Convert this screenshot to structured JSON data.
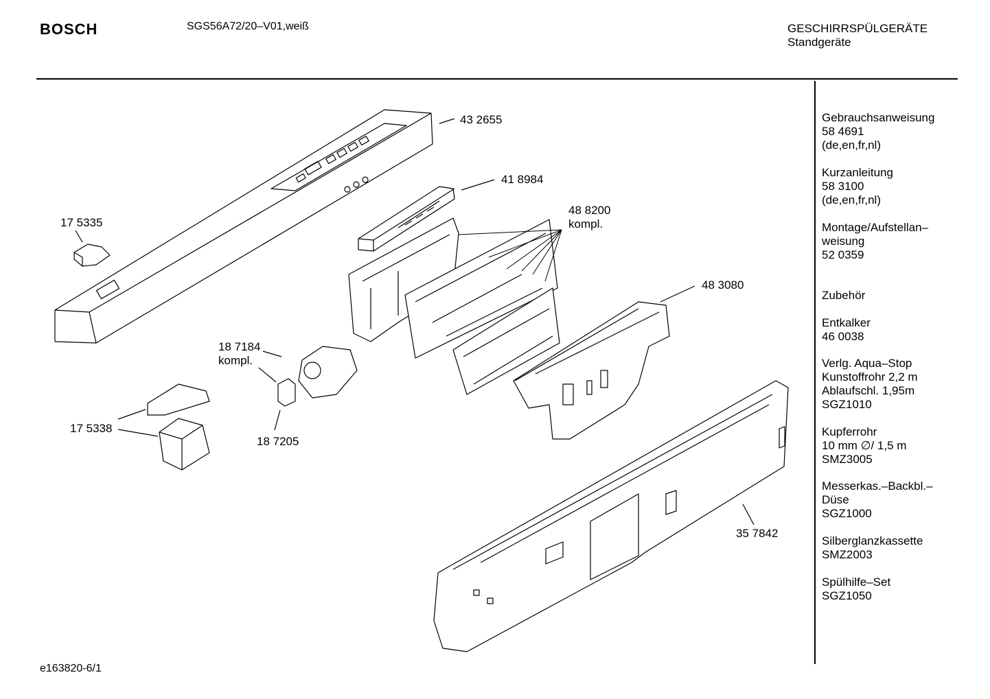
{
  "header": {
    "brand": "BOSCH",
    "model": "SGS56A72/20–V01,weiß",
    "category": "GESCHIRRSPÜLGERÄTE",
    "subcategory": "Standgeräte"
  },
  "footer": {
    "doc_number": "e163820-6/1"
  },
  "parts": {
    "p432655": "43 2655",
    "p418984": "41 8984",
    "p488200": "48 8200",
    "p488200_note": "kompl.",
    "p175335": "17 5335",
    "p483080": "48 3080",
    "p187184": "18 7184",
    "p187184_note": "kompl.",
    "p175338": "17 5338",
    "p187205": "18 7205",
    "p357842": "35 7842"
  },
  "sidebar": {
    "manual": {
      "line1": "Gebrauchsanweisung",
      "line2": "58 4691",
      "line3": "(de,en,fr,nl)"
    },
    "short_guide": {
      "line1": "Kurzanleitung",
      "line2": "58 3100",
      "line3": "(de,en,fr,nl)"
    },
    "mounting": {
      "line1": "Montage/Aufstellan–",
      "line2": "weisung",
      "line3": "52 0359"
    },
    "accessories": "Zubehör",
    "descaler": {
      "line1": "Entkalker",
      "line2": "46 0038"
    },
    "aquastop": {
      "line1": "Verlg. Aqua–Stop",
      "line2": "Kunstoffrohr 2,2 m",
      "line3": "Ablaufschl. 1,95m",
      "line4": "SGZ1010"
    },
    "copper": {
      "line1": "Kupferrohr",
      "line2": "10 mm ∅/ 1,5 m",
      "line3": "SMZ3005"
    },
    "knife": {
      "line1": "Messerkas.–Backbl.–",
      "line2": "Düse",
      "line3": "SGZ1000"
    },
    "silver": {
      "line1": "Silberglanzkassette",
      "line2": "SMZ2003"
    },
    "rinse": {
      "line1": "Spülhilfe–Set",
      "line2": "SGZ1050"
    }
  }
}
